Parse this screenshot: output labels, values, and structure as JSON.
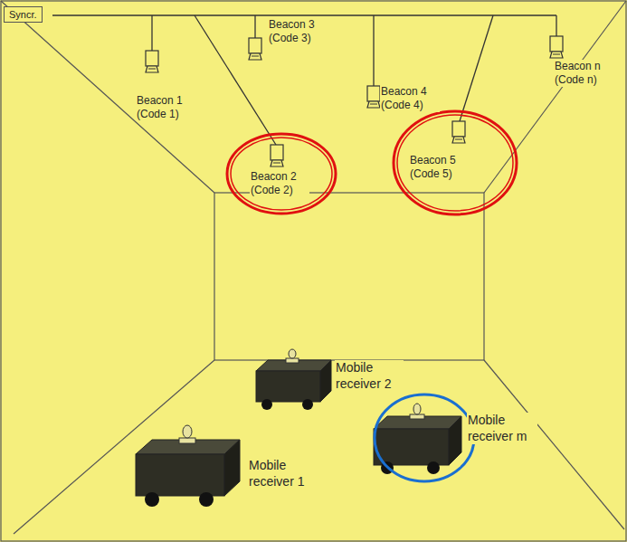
{
  "diagram": {
    "nodes": [
      {
        "text": [
          "Syncr."
        ]
      }
    ],
    "labels": [
      "Beacon 3 (Code 3)",
      "Beacon 1 (Code 1)",
      "Beacon 4 (Code 4)",
      "Beacon n (Code n)",
      "Beacon 2 (Code 2)",
      "Beacon 5 (Code 5)",
      "Mobile receiver 2",
      "Mobile receiver m",
      "Mobile receiver 1"
    ]
  }
}
